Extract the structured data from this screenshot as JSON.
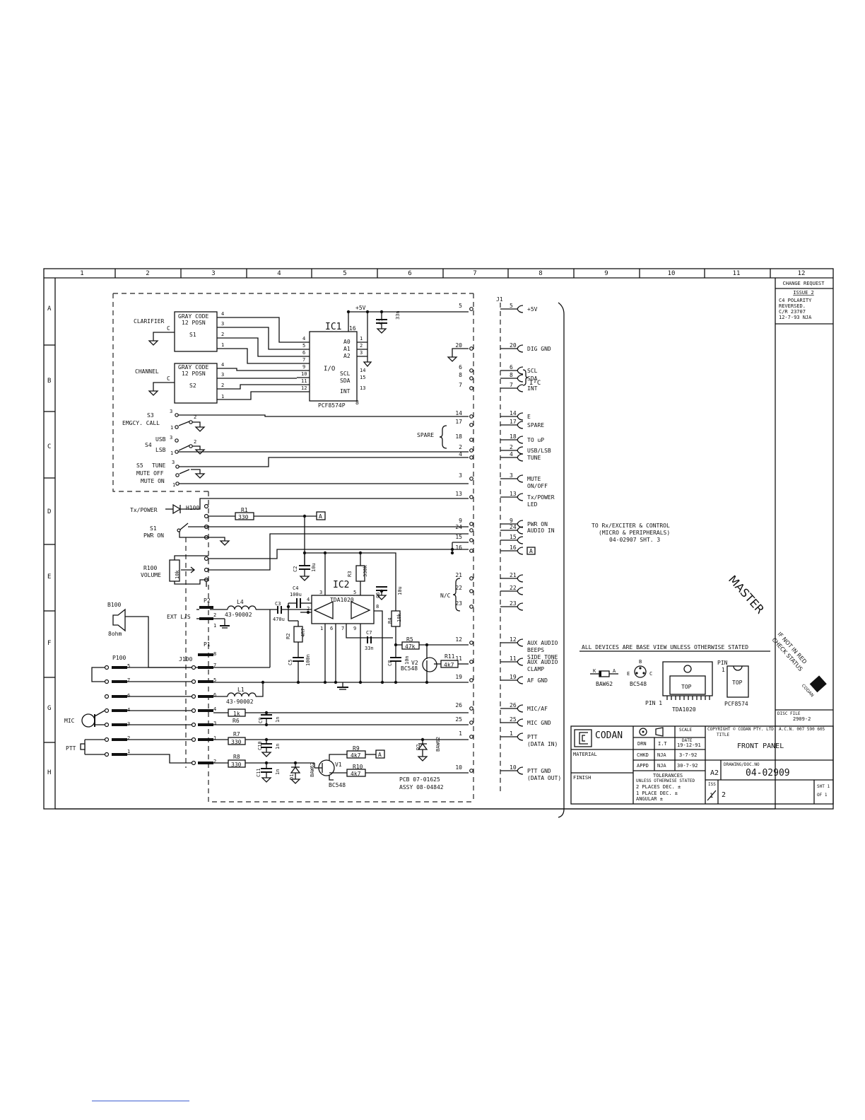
{
  "border": {
    "columns": [
      "1",
      "2",
      "3",
      "4",
      "5",
      "6",
      "7",
      "8",
      "9",
      "10",
      "11",
      "12"
    ],
    "rows": [
      "A",
      "B",
      "C",
      "D",
      "E",
      "F",
      "G",
      "H"
    ]
  },
  "change_request": {
    "title": "CHANGE REQUEST",
    "issue": "ISSUE 2",
    "lines": [
      "C4 POLARITY",
      "REVERSED.",
      "C/R 23707",
      "12-7-93 NJA"
    ]
  },
  "ic1": {
    "name": "IC1",
    "part": "PCF8574P",
    "io": "I/O",
    "pins_left": [
      "4",
      "5",
      "6",
      "7",
      "9",
      "10",
      "11",
      "12"
    ],
    "pins_right": [
      "A0",
      "A1",
      "A2",
      "SCL",
      "SDA",
      "INT"
    ],
    "pin_nums_right": [
      "1",
      "2",
      "3",
      "14",
      "15",
      "13"
    ],
    "vdd_pin": "16",
    "gnd_pin": "8"
  },
  "ic2": {
    "name": "IC2",
    "part": "TDA1020"
  },
  "switches": {
    "s1": {
      "label": "CLARIFIER",
      "type1": "GRAY CODE",
      "type2": "12 POSN",
      "ref": "S1"
    },
    "s2": {
      "label": "CHANNEL",
      "type1": "GRAY CODE",
      "type2": "12 POSN",
      "ref": "S2"
    },
    "s3": {
      "ref": "S3",
      "label": "EMGCY. CALL"
    },
    "s4": {
      "ref": "S4",
      "label1": "USB",
      "label2": "LSB"
    },
    "s5": {
      "ref": "S5",
      "label1": "TUNE",
      "label2": "MUTE OFF",
      "label3": "MUTE ON"
    },
    "s1pwr": {
      "ref": "S1",
      "label": "PWR ON"
    }
  },
  "components": {
    "c1": "C1",
    "c1v": "33n",
    "vcc": "+5V",
    "h100": "H100",
    "txpower": "Tx/POWER",
    "r1": "R1",
    "r1v": "330",
    "r100": "R100",
    "r100l": "VOLUME",
    "r100v": "10k",
    "c2": "C2",
    "c2v": "10u",
    "r3": "R3",
    "r3v": "330k",
    "c4": "C4",
    "c4v": "100u",
    "c6": "C6",
    "c6v": "10u",
    "c3": "C3",
    "c3v": "470u",
    "l4": "L4",
    "l4v": "43-90002",
    "r2": "R2",
    "r2v": "4R7",
    "c5": "C5",
    "c5v": "100n",
    "c7": "C7",
    "c7v": "33n",
    "r4": "R4",
    "r4v": "10k",
    "c8": "C8",
    "c8v": "10n",
    "r5": "R5",
    "r5v": "47k",
    "r11": "R11",
    "r11v": "4k7",
    "v2": "V2",
    "v2p": "BC548",
    "l1": "L1",
    "l1v": "43-90002",
    "r6": "R6",
    "r6v": "1k",
    "c9": "C9",
    "c9v": "1n",
    "r7": "R7",
    "r7v": "330",
    "c10": "C10",
    "c10v": "1n",
    "r8": "R8",
    "r8v": "330",
    "c11": "C11",
    "c11v": "1n",
    "d1": "D1",
    "d1p": "BAW62",
    "v1": "V1",
    "v1p": "BC548",
    "r9": "R9",
    "r9v": "4k7",
    "r10": "R10",
    "r10v": "4k7",
    "d2": "D2",
    "d2p": "BAW62",
    "b100": "B100",
    "b100v": "8ohm",
    "extls": "EXT L/S",
    "p2": "P2",
    "p1": "P1",
    "p100": "P100",
    "j100": "J100",
    "mic": "MIC",
    "ptt": "PTT",
    "flag": "A",
    "spare": "SPARE",
    "nc": "N/C",
    "pcb": "PCB    07-01625",
    "assy": "ASSY   08-04842"
  },
  "connector_j1": {
    "ref": "J1",
    "pins": [
      {
        "pin": "5",
        "label": "+5V"
      },
      {
        "pin": "20",
        "label": "DIG GND"
      },
      {
        "pin": "6",
        "label": "SCL"
      },
      {
        "pin": "8",
        "label": "SDA"
      },
      {
        "pin": "7",
        "label": "INT"
      },
      {
        "pin": "14",
        "label": "E"
      },
      {
        "pin": "17",
        "label": "SPARE"
      },
      {
        "pin": "18",
        "label": "TO uP"
      },
      {
        "pin": "2",
        "label": "USB/LSB"
      },
      {
        "pin": "4",
        "label": "TUNE"
      },
      {
        "pin": "3",
        "label": "MUTE ON/OFF"
      },
      {
        "pin": "13",
        "label": "Tx/POWER LED"
      },
      {
        "pin": "9",
        "label": "PWR ON"
      },
      {
        "pin": "24",
        "label": "AUDIO IN"
      },
      {
        "pin": "15",
        "label": ""
      },
      {
        "pin": "16",
        "label": ""
      },
      {
        "pin": "21",
        "label": ""
      },
      {
        "pin": "22",
        "label": ""
      },
      {
        "pin": "23",
        "label": ""
      },
      {
        "pin": "12",
        "label": "AUX AUDIO BEEPS SIDE TONE"
      },
      {
        "pin": "11",
        "label": "AUX AUDIO CLAMP"
      },
      {
        "pin": "19",
        "label": "AF GND"
      },
      {
        "pin": "26",
        "label": "MIC/AF"
      },
      {
        "pin": "25",
        "label": "MIC GND"
      },
      {
        "pin": "1",
        "label": "PTT (DATA IN)"
      },
      {
        "pin": "10",
        "label": "PTT GND (DATA OUT)"
      }
    ],
    "i2c": "I²C"
  },
  "destination": {
    "line1": "TO Rx/EXCITER & CONTROL",
    "line2": "(MICRO & PERIPHERALS)",
    "line3": "04-02907 SHT. 3"
  },
  "stamps": {
    "master": "MASTER",
    "check1": "IF NOT IN RED",
    "check2": "CHECK STATUS"
  },
  "devices": {
    "note": "ALL DEVICES ARE BASE VIEW UNLESS OTHERWISE STATED",
    "baw62": "BAW62",
    "bc548": "BC548",
    "tda1020": "TDA1020",
    "pcf8574": "PCF8574",
    "pin1": "PIN 1",
    "pin": "PIN",
    "top": "TOP",
    "k": "K",
    "a": "A",
    "b": "B",
    "e": "E",
    "c": "C",
    "one": "1"
  },
  "disc_file": {
    "label": "DISC FILE",
    "value": "2909-2"
  },
  "title_block": {
    "company": "CODAN",
    "copyright": "COPYRIGHT © CODAN PTY. LTD.  A.C.N. 007 590 605",
    "scale": "SCALE",
    "title_label": "TITLE",
    "title": "FRONT PANEL",
    "date_label": "DATE",
    "drn": "DRN",
    "drn_by": "I.T",
    "drn_date": "19-12-91",
    "chkd": "CHKD",
    "chkd_by": "NJA",
    "chkd_date": "3-7-92",
    "appd": "APPD",
    "appd_by": "NJA",
    "appd_date": "30-7-92",
    "material": "MATERIAL",
    "finish": "FINISH",
    "tolerances": "TOLERANCES",
    "tol1": "UNLESS OTHERWISE STATED",
    "tol2": "2 PLACES DEC. ±",
    "tol3": "1 PLACE DEC. ±",
    "tol4": "ANGULAR ±",
    "size": "A2",
    "doc_label": "DRAWING/DOC.NO",
    "doc_no": "04-02909",
    "iss_label": "ISS",
    "iss_old": "1",
    "iss": "2",
    "sht": "SHT 1",
    "of": "OF 1"
  }
}
